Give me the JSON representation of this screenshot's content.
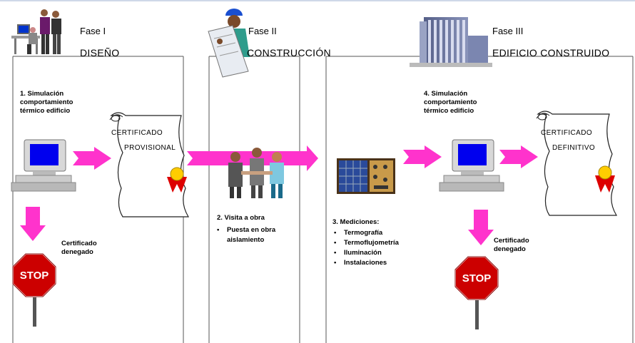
{
  "phases": [
    {
      "label": "Fase I",
      "title": "DISEÑO"
    },
    {
      "label": "Fase II",
      "title": "CONSTRUCCIÓN"
    },
    {
      "label": "Fase III",
      "title": "EDIFICIO CONSTRUIDO"
    }
  ],
  "steps": {
    "step1": {
      "title": "1. Simulación comportamiento térmico edificio"
    },
    "step2": {
      "title": "2. Visita a obra",
      "bullets": [
        "Puesta en obra aislamiento"
      ]
    },
    "step3": {
      "title": "3. Mediciones:",
      "bullets": [
        "Termografía",
        "Termoflujometría",
        "Iluminación",
        "Instalaciones"
      ]
    },
    "step4": {
      "title": "4. Simulación comportamiento térmico edificio"
    }
  },
  "certificates": {
    "provisional": {
      "line1": "CERTIFICADO",
      "line2": "PROVISIONAL"
    },
    "definitive": {
      "line1": "CERTIFICADO",
      "line2": "DEFINITIVO"
    }
  },
  "denied": {
    "left": "Certificado denegado",
    "right": "Certificado denegado"
  },
  "stop_signs": {
    "left": "STOP",
    "right": "STOP"
  },
  "colors": {
    "arrow": "#ff33cc",
    "screen": "#0000ee",
    "stop_red": "#cc0000",
    "seal_red": "#dd0000",
    "seal_gold": "#ffcc00",
    "line": "#555555"
  },
  "icons": [
    "office-workers-icon",
    "construction-worker-icon",
    "building-icon",
    "computer-icon",
    "certificate-scroll-icon",
    "handshake-people-icon",
    "measurement-device-icon",
    "stop-sign-icon",
    "arrow-right-icon",
    "arrow-down-icon"
  ]
}
